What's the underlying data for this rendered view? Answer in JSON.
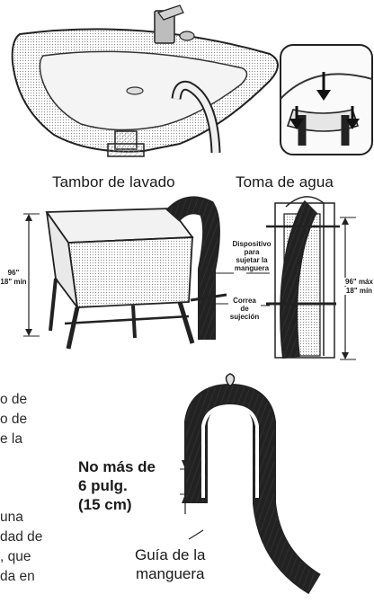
{
  "captions": {
    "drum": "Tambor de lavado",
    "intake": "Toma de agua"
  },
  "left_measure": {
    "max": "96\" máx",
    "min": "18\" mín"
  },
  "right_measure": {
    "max": "96\" máx",
    "min": "18\" mín"
  },
  "labels": {
    "device_lines": [
      "Dispositivo",
      "para",
      "sujetar la",
      "manguera"
    ],
    "strap_lines": [
      "Correa",
      "de",
      "sujeción"
    ]
  },
  "body_text_fragments": [
    "o de",
    "o de",
    "e la",
    "una",
    "dad de",
    ", que",
    "da en"
  ],
  "callout_lines": [
    "No más de",
    "6 pulg.",
    "(15 cm)"
  ],
  "guide_lines": [
    "Guía de la",
    "manguera"
  ]
}
